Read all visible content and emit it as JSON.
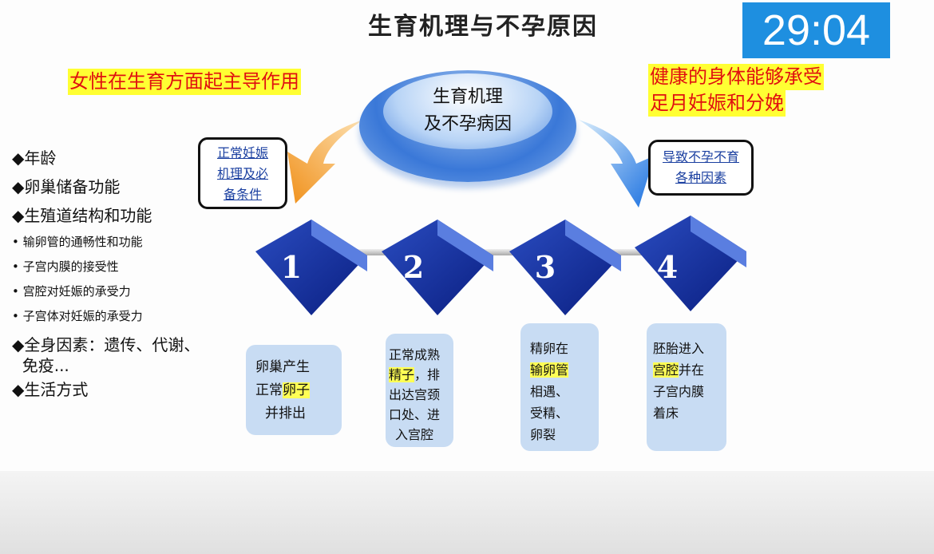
{
  "title": "生育机理与不孕原因",
  "timer": "29:04",
  "left_highlight": "女性在生育方面起主导作用",
  "right_highlight": [
    "健康的身体能够承受",
    "足月妊娠和分娩"
  ],
  "center": [
    "生育机理",
    "及不孕病因"
  ],
  "left_box": [
    "正常妊娠",
    "机理及必",
    "备条件"
  ],
  "right_box": [
    "导致不孕不育",
    "各种因素"
  ],
  "steps": [
    "1",
    "2",
    "3",
    "4"
  ],
  "step_texts": [
    {
      "lines": [
        "卵巢产生",
        "正常",
        "并排出"
      ],
      "hl": "卵子"
    },
    {
      "lines": [
        "正常成熟",
        "精子",
        "，排",
        "出达宫颈",
        "口处、进",
        "入宫腔"
      ]
    },
    {
      "lines": [
        "精卵在",
        "输卵管",
        "相遇、",
        "受精、",
        "卵裂"
      ]
    },
    {
      "lines": [
        "胚胎进入",
        "宫腔",
        "并在",
        "子宫内膜",
        "着床"
      ]
    }
  ],
  "factors": [
    {
      "text": "◆年龄",
      "level": "main"
    },
    {
      "text": "◆卵巢储备功能",
      "level": "main"
    },
    {
      "text": "◆生殖道结构和功能",
      "level": "main"
    },
    {
      "text": "•  输卵管的通畅性和功能",
      "level": "sub"
    },
    {
      "text": "•  子宫内膜的接受性",
      "level": "sub"
    },
    {
      "text": "•  宫腔对妊娠的承受力",
      "level": "sub"
    },
    {
      "text": "•  子宫体对妊娠的承受力",
      "level": "sub"
    },
    {
      "text": "◆全身因素：遗传、代谢、",
      "level": "main"
    },
    {
      "text": "  免疫...",
      "level": "main"
    },
    {
      "text": "◆生活方式",
      "level": "main"
    }
  ],
  "colors": {
    "timer": "#1e8fe0",
    "highlight": "#ffff33",
    "highlight_text": "#e01010",
    "cube": "#1f3fb0"
  }
}
